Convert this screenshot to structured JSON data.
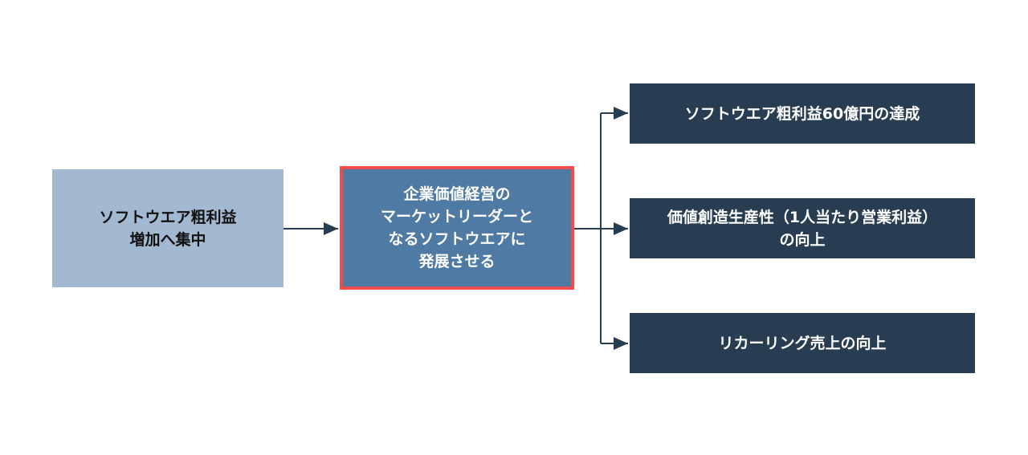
{
  "nodes": {
    "source": "ソフトウエア粗利益\n増加へ集中",
    "center": "企業価値経営の\nマーケットリーダーと\nなるソフトウエアに\n発展させる",
    "targets": [
      "ソフトウエア粗利益60億円の達成",
      "価値創造生産性（1人当たり営業利益）\nの向上",
      "リカーリング売上の向上"
    ]
  },
  "colors": {
    "source": "#a3b8d1",
    "center": "#4f7aa3",
    "highlight": "#f24c4c",
    "targets": "#293d52",
    "connector": "#293d52"
  }
}
